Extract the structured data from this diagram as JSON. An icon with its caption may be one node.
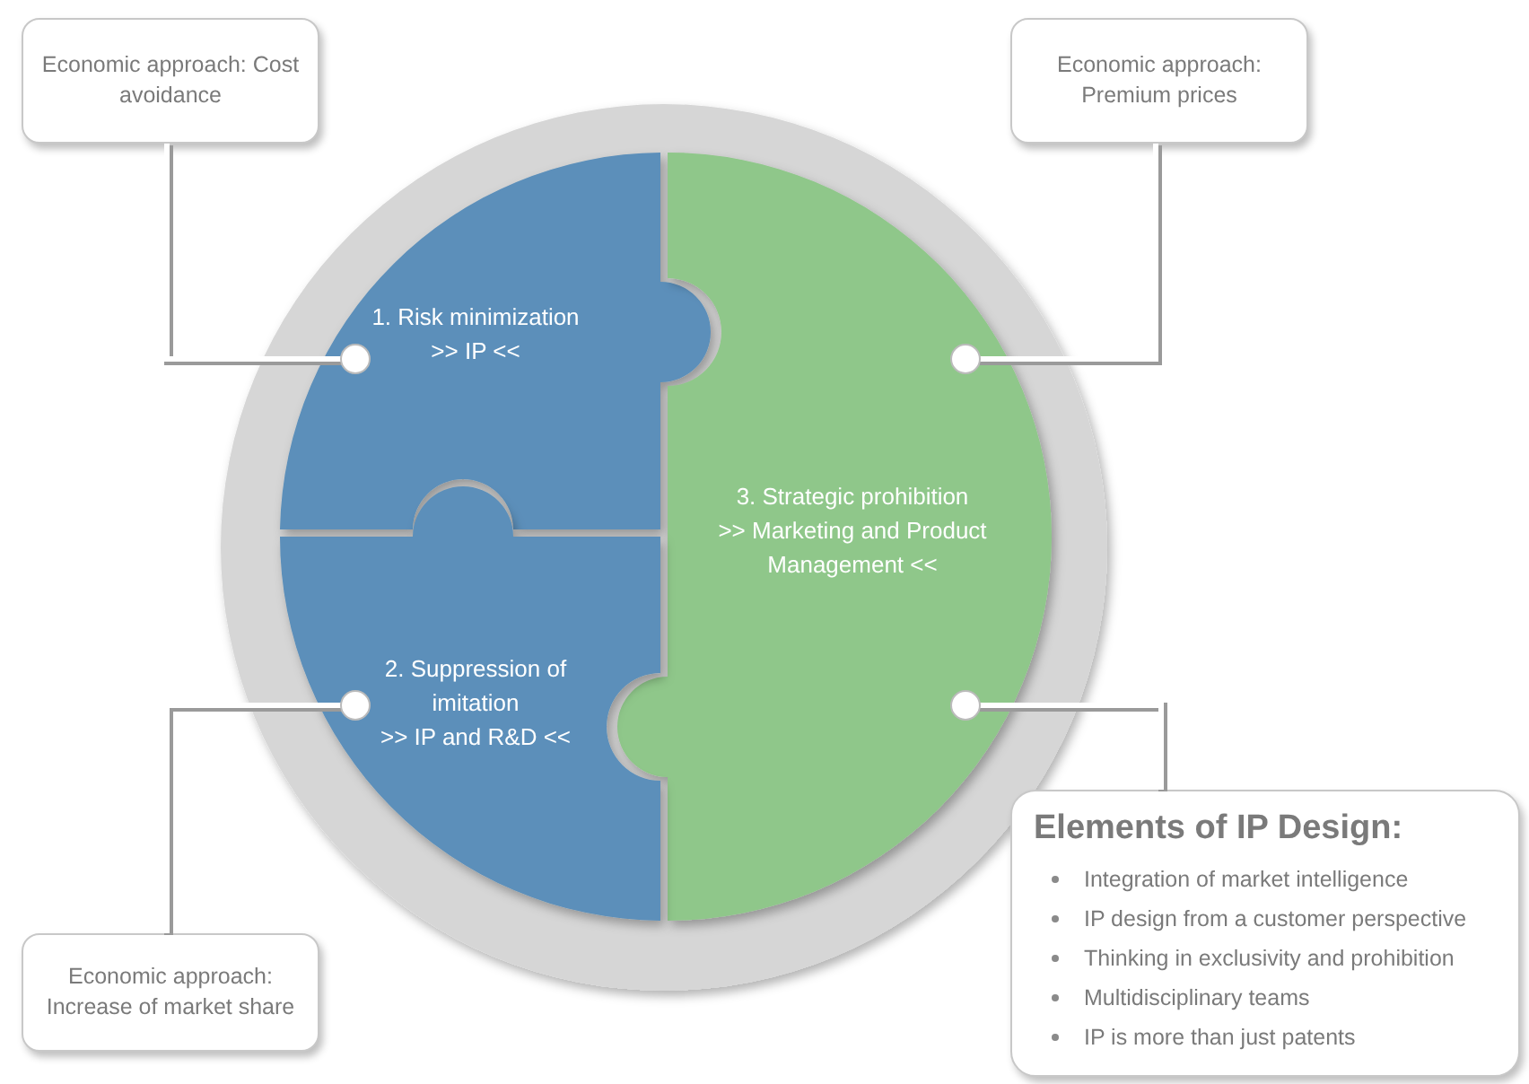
{
  "diagram": {
    "nodes": [
      {
        "text": [
          "Economic approach: Cost avoidance"
        ]
      },
      {
        "text": [
          "Economic approach: Premium prices"
        ]
      },
      {
        "text": [
          "1. Risk minimization",
          ">> IP <<"
        ]
      },
      {
        "text": [
          "3. Strategic prohibition",
          ">> Marketing and Product Management <<"
        ]
      },
      {
        "text": [
          "2. Suppression of imitation",
          ">> IP and R&D <<"
        ]
      },
      {
        "text": [
          "Economic approach: Increase of market share"
        ]
      },
      {
        "text": [
          "Elements of IP Design:",
          "Integration of market intelligence",
          "IP design from a customer perspective",
          "Thinking in exclusivity and prohibition",
          "Multidisciplinary teams",
          "IP is more than just patents"
        ]
      }
    ],
    "edges": [
      {
        "from": 0,
        "to": 2,
        "arrow": "other"
      },
      {
        "from": 1,
        "to": 3,
        "arrow": "other"
      },
      {
        "from": 5,
        "to": 4,
        "arrow": "other"
      },
      {
        "from": 6,
        "to": 3,
        "arrow": "other"
      }
    ]
  }
}
